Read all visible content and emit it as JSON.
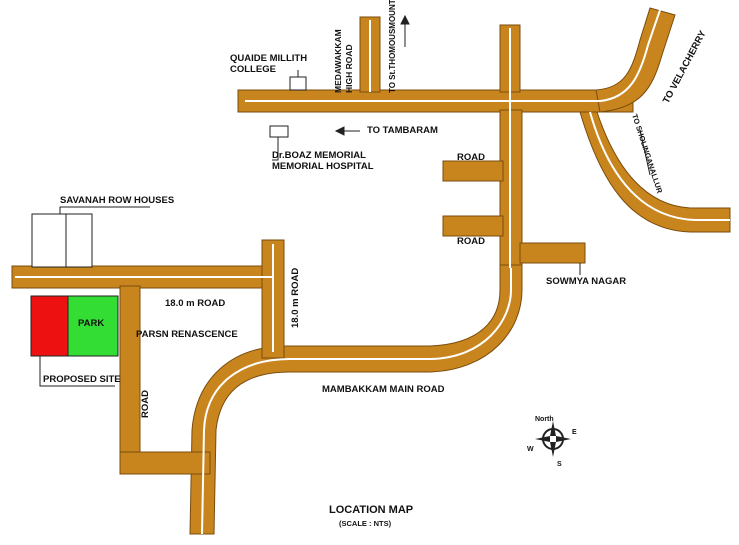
{
  "map": {
    "title": "LOCATION MAP",
    "scale": "(SCALE : NTS)",
    "colors": {
      "road": "#c8851e",
      "road_edge": "#7a4c0c",
      "site": "#ee1111",
      "park": "#33dd33"
    },
    "labels": {
      "quaide": [
        "QUAIDE MILLITH",
        "COLLEGE"
      ],
      "medavakkam": [
        "MEDAWAKKAM",
        "HIGH ROAD"
      ],
      "st_thomas": "TO St.THOMOUSMOUNT",
      "velacherry": "TO VELACHERRY",
      "tambaram": "TO TAMBARAM",
      "hospital": [
        "Dr.BOAZ MEMORIAL",
        "MEMORIAL HOSPITAL"
      ],
      "sholinganallur": "TO SHOLINGANALLUR",
      "road_upper": "ROAD",
      "road_lower": "ROAD",
      "savanah": "SAVANAH ROW HOUSES",
      "sowmya": "SOWMYA NAGAR",
      "road_18_h": "18.0 m ROAD",
      "road_18_v": "18.0 m ROAD",
      "park": "PARK",
      "parsn": "PARSN RENASCENCE",
      "proposed": "PROPOSED SITE",
      "road_side": "ROAD",
      "mambakkam": "MAMBAKKAM MAIN ROAD"
    },
    "compass": {
      "north": "North",
      "east": "E",
      "south": "S",
      "west": "W"
    }
  }
}
